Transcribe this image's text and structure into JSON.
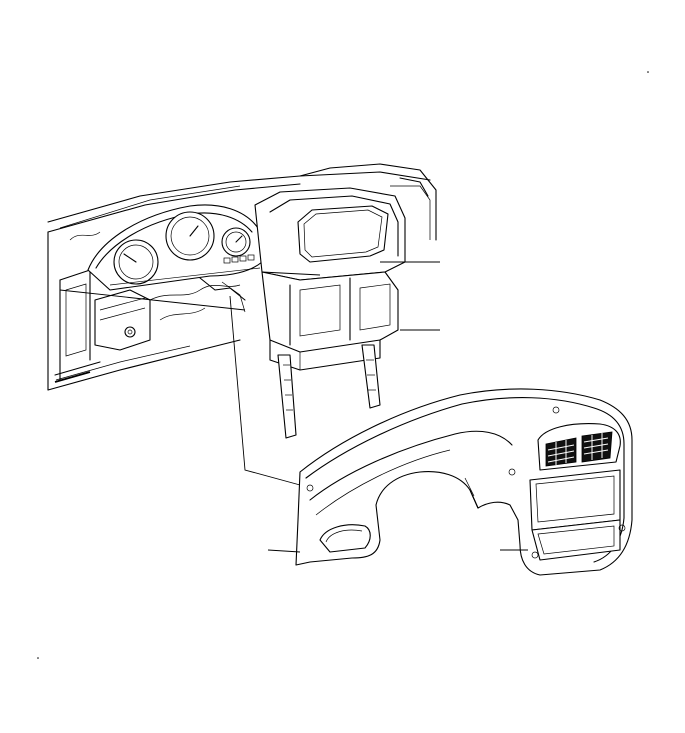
{
  "diagram": {
    "stroke_color": "#000000",
    "background_color": "#ffffff",
    "parts": [
      "instrument-cluster",
      "cluster-bezel",
      "support-bracket",
      "instrument-panel-trim-cover",
      "center-air-vent"
    ],
    "callout_count": 4
  }
}
